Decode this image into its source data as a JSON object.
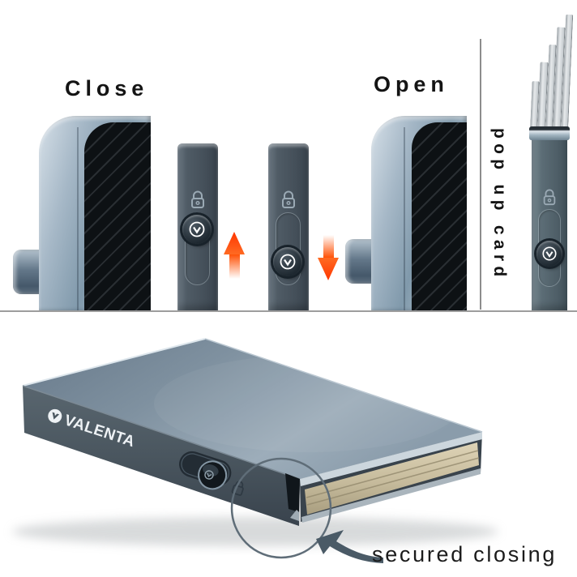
{
  "labels": {
    "close": "Close",
    "open": "Open",
    "pop_up_card": "pop up card",
    "secured_closing": "secured closing",
    "brand": "VALENTA"
  },
  "icons": {
    "padlock": "padlock-icon",
    "valenta_button": "valenta-logo-button",
    "up_arrow": "slide-up-arrow-icon",
    "down_arrow": "slide-down-arrow-icon",
    "annotation_arrow": "annotation-arrow-icon",
    "brand_logo": "valenta-brand-icon",
    "lock_engraving": "lock-engraving-icon"
  },
  "colors": {
    "background": "#ffffff",
    "accent_arrow": "#ff4a00",
    "slider_slate": "#4a5660",
    "metal_light": "#c3cfd9",
    "metal_mid": "#8598a9",
    "carbon_black": "#0d1114",
    "holder_top_surface": "#8093a3",
    "holder_front_edge": "#48555f",
    "card_stack_tan": "#ccc1a3",
    "annotation_gray": "#5c6b76",
    "divider_gray": "#9d9d9d",
    "text_black": "#141414"
  }
}
